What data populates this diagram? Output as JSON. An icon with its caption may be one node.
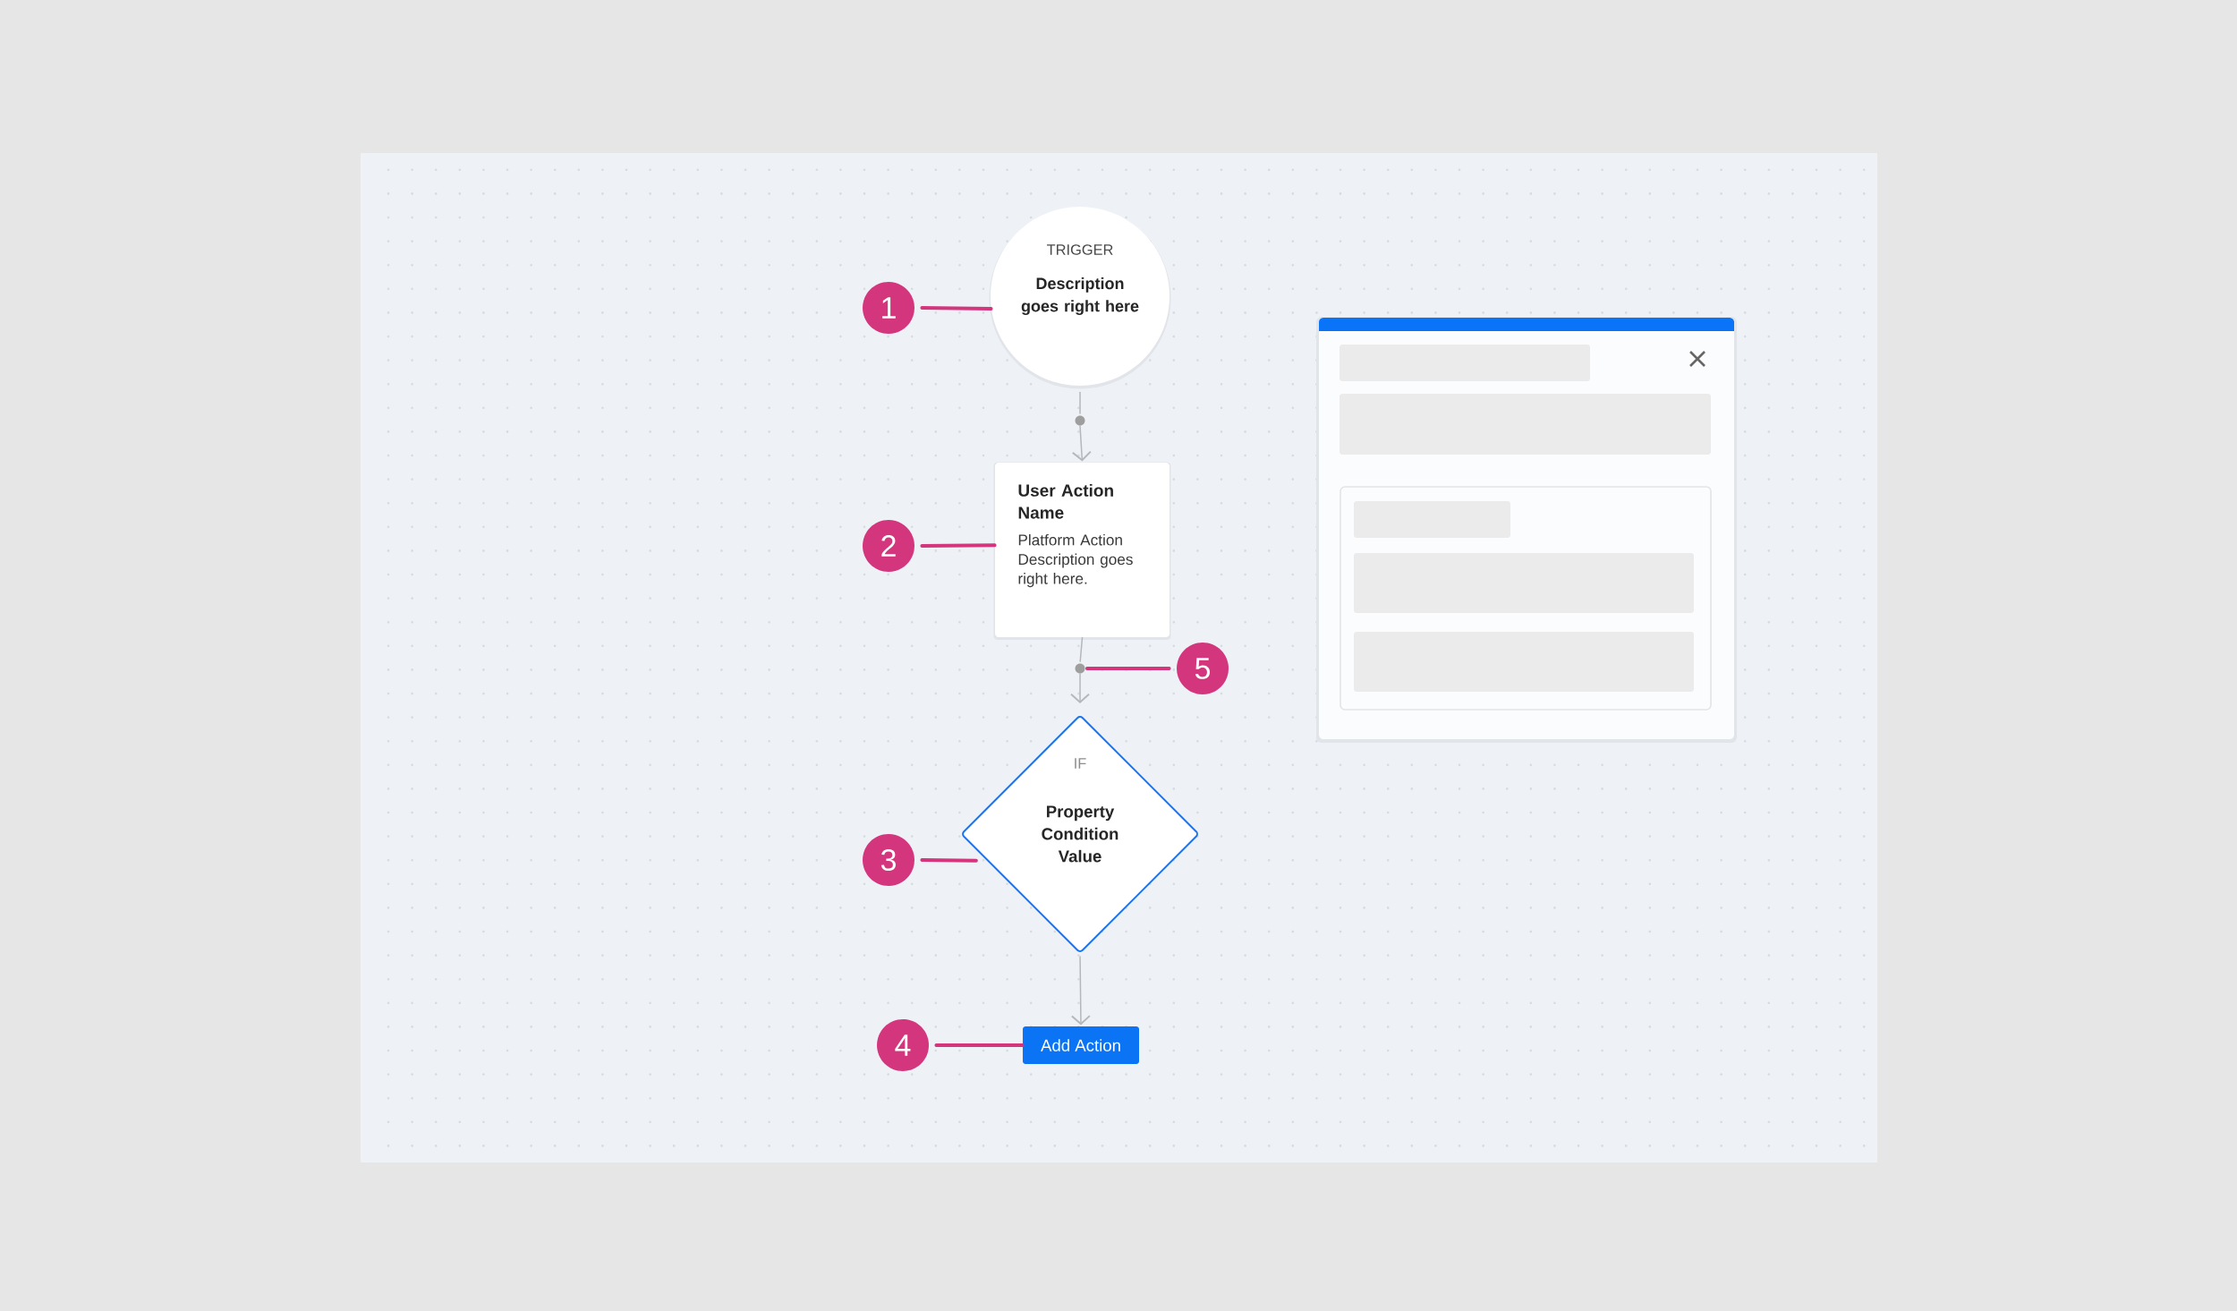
{
  "diagram": {
    "nodes": [
      {
        "text": [
          "TRIGGER",
          "Description goes right here"
        ]
      },
      {
        "text": [
          "1"
        ]
      },
      {
        "text": [],
        "shape": "circle"
      },
      {
        "text": [
          "User Action Name",
          "Platform Action Description goes right here."
        ]
      },
      {
        "text": [
          "2"
        ]
      },
      {
        "text": [],
        "shape": "circle"
      },
      {
        "text": [
          "5"
        ]
      },
      {
        "text": [
          "IF",
          "Property Condition Value"
        ]
      },
      {
        "text": [
          "3"
        ]
      },
      {
        "text": [
          "Add Action"
        ]
      },
      {
        "text": [
          "4"
        ]
      }
    ],
    "edges": [
      {
        "from": 0,
        "to": 2,
        "arrow": "none"
      },
      {
        "from": 2,
        "to": 3,
        "arrow": "to"
      },
      {
        "from": 3,
        "to": 5,
        "arrow": "none"
      },
      {
        "from": 5,
        "to": 7,
        "arrow": "to"
      },
      {
        "from": 7,
        "to": 9,
        "arrow": "to"
      },
      {
        "from": 1,
        "to": 0,
        "arrow": "none",
        "color": "#d4367e"
      },
      {
        "from": 4,
        "to": 3,
        "arrow": "none",
        "color": "#d4367e"
      },
      {
        "from": 6,
        "to": 5,
        "arrow": "none",
        "color": "#d4367e"
      },
      {
        "from": 8,
        "to": 7,
        "arrow": "none",
        "color": "#d4367e"
      },
      {
        "from": 10,
        "to": 9,
        "arrow": "none",
        "color": "#d4367e"
      }
    ]
  }
}
